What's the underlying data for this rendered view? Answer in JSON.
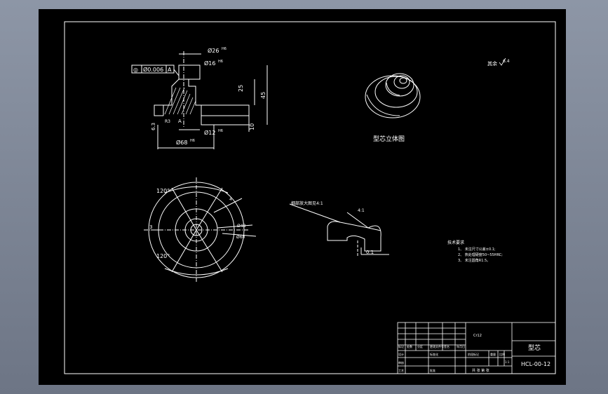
{
  "roughness": {
    "label": "其余",
    "value": "6.4"
  },
  "view_iso": {
    "caption": "型芯立体图"
  },
  "view_section": {
    "gdt_symbol": "◎",
    "gdt_value": "Ø0.006",
    "gdt_datum": "A",
    "dim_top": "Ø26",
    "dim_top_tol": "H6",
    "dim_inner": "Ø16",
    "dim_inner_tol": "H6",
    "dim_bore": "Ø12",
    "dim_bore_tol": "H6",
    "dim_bottom": "Ø68",
    "dim_bottom_tol": "H6",
    "dim_h_large": "45",
    "dim_h_mid": "25",
    "dim_h_small": "10",
    "dim_side": "6.3",
    "dim_inner_side": "R3",
    "datum_mark": "A"
  },
  "view_plan": {
    "angle_top": "120°",
    "angle_bottom": "120°",
    "dim_left": "3",
    "dim_r1": "4",
    "dim_r2": "Ø48",
    "dim_r3": "Ø60"
  },
  "view_detail": {
    "callout": "细部放大图见4:1",
    "scale": "4:1",
    "dim": "0.1"
  },
  "notes": {
    "title": "技术要求",
    "items": [
      "1、 未注尺寸公差±0.1;",
      "2、 热处理硬度50~55HRC;",
      "3、 未注圆角R1.5。"
    ]
  },
  "title_block": {
    "material": "Cr12",
    "part_name": "型芯",
    "drawing_no": "HCL-00-12",
    "labels": [
      "标记",
      "处数",
      "分区",
      "更改文件号",
      "签名",
      "年月日"
    ],
    "roles": [
      "设计",
      "审核",
      "工艺"
    ],
    "standardize": "标准化",
    "approve": "批准",
    "stage": "阶段标记",
    "weight": "重量",
    "scale": "比例",
    "scale_value": "1:1",
    "sheet": "共 张 第 张"
  }
}
